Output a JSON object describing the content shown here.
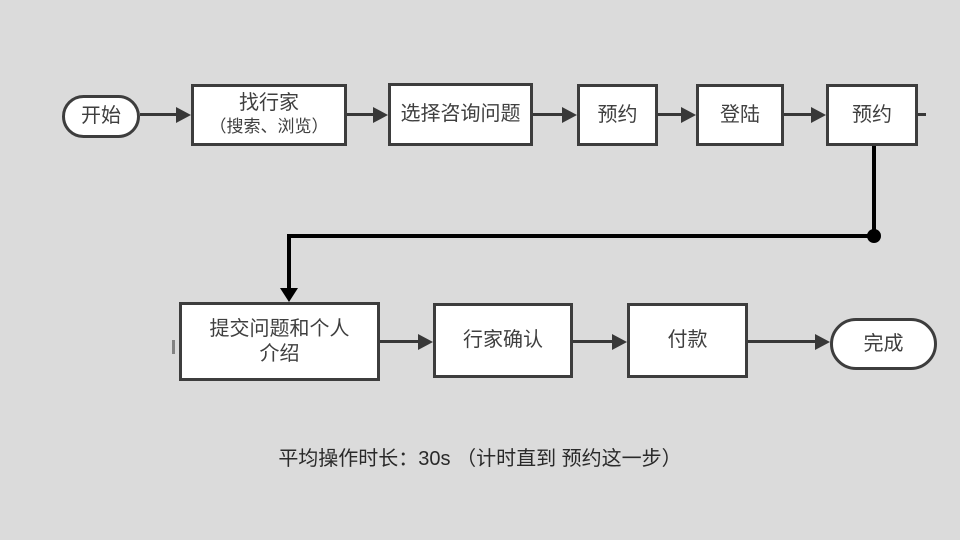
{
  "colors": {
    "page_bg": "#dbdbdb",
    "node_bg": "#ffffff",
    "border": "#3d3d3d",
    "text": "#3f3f3f",
    "arrow": "#383838",
    "elbow": "#000000",
    "caption": "#2a2a2a"
  },
  "flow": {
    "top_row": [
      {
        "id": "start",
        "shape": "pill",
        "label": "开始",
        "label2": ""
      },
      {
        "id": "find-expert",
        "shape": "box",
        "label": "找行家",
        "label2": "（搜索、浏览）"
      },
      {
        "id": "choose-question",
        "shape": "box",
        "label": "选择咨询问题",
        "label2": ""
      },
      {
        "id": "book-1",
        "shape": "box",
        "label": "预约",
        "label2": ""
      },
      {
        "id": "login",
        "shape": "box",
        "label": "登陆",
        "label2": ""
      },
      {
        "id": "book-2",
        "shape": "box",
        "label": "预约",
        "label2": ""
      }
    ],
    "bottom_row": [
      {
        "id": "submit-question",
        "shape": "box",
        "label": "提交问题和个人",
        "label2": "介绍"
      },
      {
        "id": "expert-confirm",
        "shape": "box",
        "label": "行家确认",
        "label2": ""
      },
      {
        "id": "pay",
        "shape": "box",
        "label": "付款",
        "label2": ""
      },
      {
        "id": "done",
        "shape": "pill",
        "label": "完成",
        "label2": ""
      }
    ],
    "caption": "平均操作时长：30s （计时直到 预约这一步）"
  }
}
